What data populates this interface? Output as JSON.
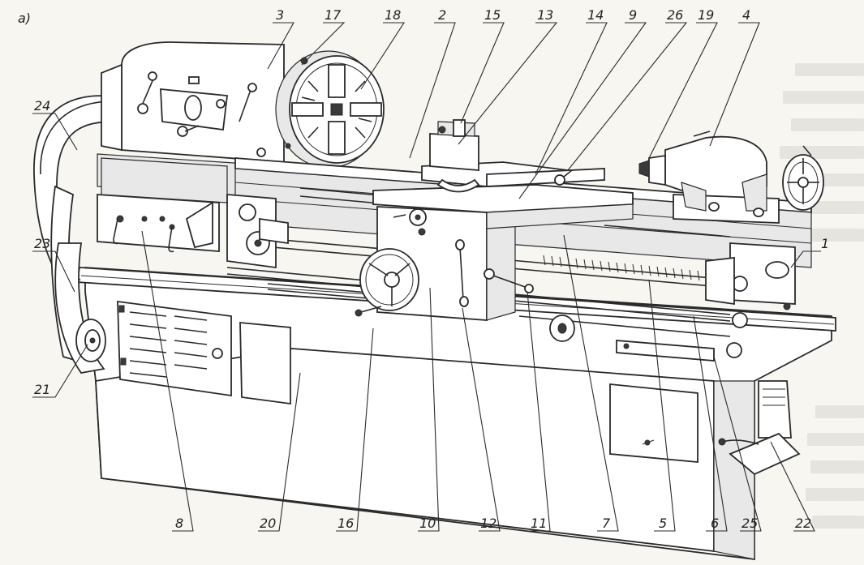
{
  "figure_label": "a)",
  "callouts": [
    {
      "id": "3",
      "text": "3"
    },
    {
      "id": "17",
      "text": "17"
    },
    {
      "id": "18",
      "text": "18"
    },
    {
      "id": "2",
      "text": "2"
    },
    {
      "id": "15",
      "text": "15"
    },
    {
      "id": "13",
      "text": "13"
    },
    {
      "id": "14",
      "text": "14"
    },
    {
      "id": "9",
      "text": "9"
    },
    {
      "id": "26",
      "text": "26"
    },
    {
      "id": "19",
      "text": "19"
    },
    {
      "id": "4",
      "text": "4"
    },
    {
      "id": "24",
      "text": "24"
    },
    {
      "id": "23",
      "text": "23"
    },
    {
      "id": "21",
      "text": "21"
    },
    {
      "id": "1",
      "text": "1"
    },
    {
      "id": "8",
      "text": "8"
    },
    {
      "id": "20",
      "text": "20"
    },
    {
      "id": "16",
      "text": "16"
    },
    {
      "id": "10",
      "text": "10"
    },
    {
      "id": "12",
      "text": "12"
    },
    {
      "id": "11",
      "text": "11"
    },
    {
      "id": "7",
      "text": "7"
    },
    {
      "id": "5",
      "text": "5"
    },
    {
      "id": "6",
      "text": "6"
    },
    {
      "id": "25",
      "text": "25"
    },
    {
      "id": "22",
      "text": "22"
    }
  ]
}
